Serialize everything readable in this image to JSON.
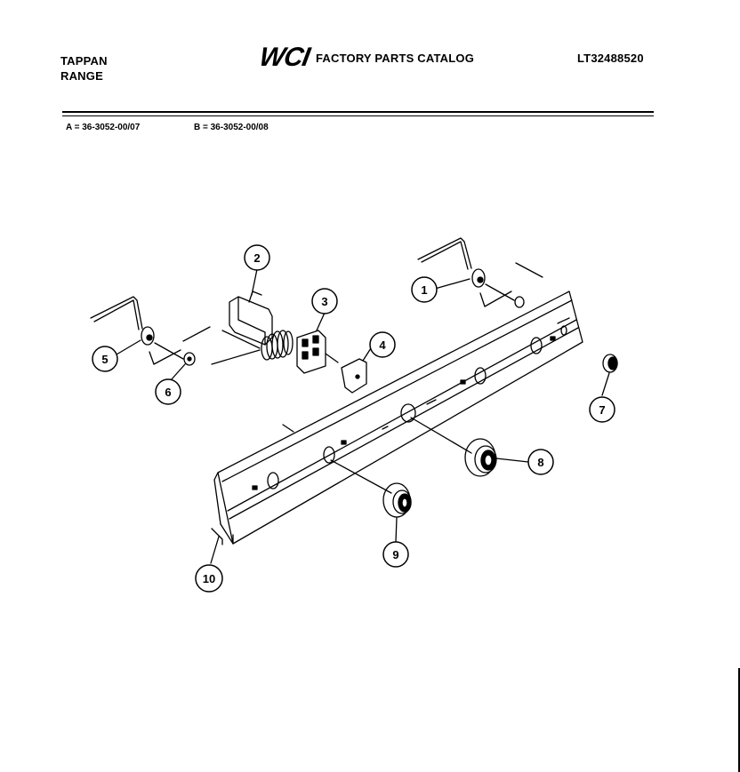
{
  "header": {
    "brand_line1": "TAPPAN",
    "brand_line2": "RANGE",
    "logo_text": "WCI",
    "catalog_title": "FACTORY PARTS CATALOG",
    "model_number": "LT32488520"
  },
  "variants": {
    "a": "A = 36-3052-00/07",
    "b": "B = 36-3052-00/08"
  },
  "callouts": [
    "1",
    "2",
    "3",
    "4",
    "5",
    "6",
    "7",
    "8",
    "9",
    "10"
  ]
}
